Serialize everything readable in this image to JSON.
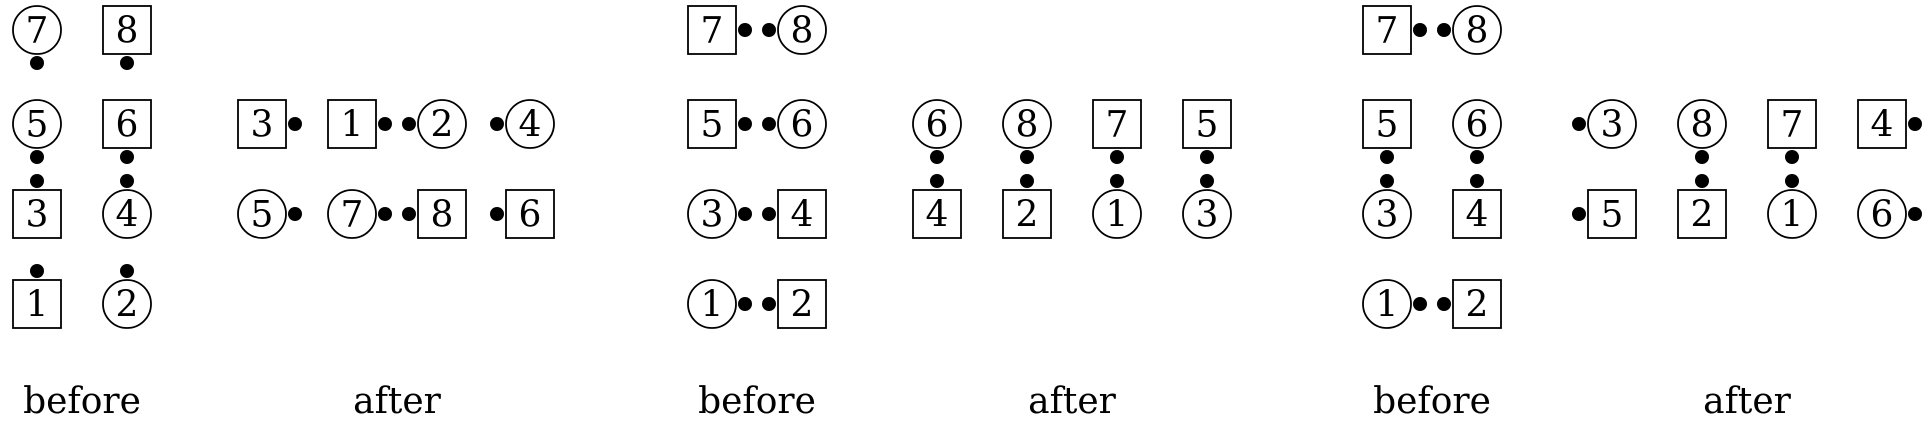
{
  "panels": [
    {
      "before": {
        "caption": "before",
        "nodes": [
          {
            "label": "7",
            "shape": "circle",
            "ports": [
              "bottom"
            ]
          },
          {
            "label": "8",
            "shape": "square",
            "ports": [
              "bottom"
            ]
          },
          {
            "label": "5",
            "shape": "circle",
            "ports": [
              "bottom"
            ]
          },
          {
            "label": "6",
            "shape": "square",
            "ports": [
              "bottom"
            ]
          },
          {
            "label": "3",
            "shape": "square",
            "ports": [
              "top"
            ]
          },
          {
            "label": "4",
            "shape": "circle",
            "ports": [
              "top"
            ]
          },
          {
            "label": "1",
            "shape": "square",
            "ports": [
              "top"
            ]
          },
          {
            "label": "2",
            "shape": "circle",
            "ports": [
              "top"
            ]
          }
        ]
      },
      "after": {
        "caption": "after",
        "nodes": [
          {
            "label": "3",
            "shape": "square",
            "ports": [
              "right"
            ]
          },
          {
            "label": "1",
            "shape": "square",
            "ports": [
              "right"
            ]
          },
          {
            "label": "2",
            "shape": "circle",
            "ports": [
              "left"
            ]
          },
          {
            "label": "4",
            "shape": "circle",
            "ports": [
              "left"
            ]
          },
          {
            "label": "5",
            "shape": "circle",
            "ports": [
              "right"
            ]
          },
          {
            "label": "7",
            "shape": "circle",
            "ports": [
              "right"
            ]
          },
          {
            "label": "8",
            "shape": "square",
            "ports": [
              "left"
            ]
          },
          {
            "label": "6",
            "shape": "square",
            "ports": [
              "left"
            ]
          }
        ]
      }
    },
    {
      "before": {
        "caption": "before",
        "nodes": [
          {
            "label": "7",
            "shape": "square",
            "ports": [
              "right"
            ]
          },
          {
            "label": "8",
            "shape": "circle",
            "ports": [
              "left"
            ]
          },
          {
            "label": "5",
            "shape": "square",
            "ports": [
              "right"
            ]
          },
          {
            "label": "6",
            "shape": "circle",
            "ports": [
              "left"
            ]
          },
          {
            "label": "3",
            "shape": "circle",
            "ports": [
              "right"
            ]
          },
          {
            "label": "4",
            "shape": "square",
            "ports": [
              "left"
            ]
          },
          {
            "label": "1",
            "shape": "circle",
            "ports": [
              "right"
            ]
          },
          {
            "label": "2",
            "shape": "square",
            "ports": [
              "left"
            ]
          }
        ]
      },
      "after": {
        "caption": "after",
        "nodes": [
          {
            "label": "6",
            "shape": "circle",
            "ports": [
              "bottom"
            ]
          },
          {
            "label": "8",
            "shape": "circle",
            "ports": [
              "bottom"
            ]
          },
          {
            "label": "7",
            "shape": "square",
            "ports": [
              "bottom"
            ]
          },
          {
            "label": "5",
            "shape": "square",
            "ports": [
              "bottom"
            ]
          },
          {
            "label": "4",
            "shape": "square",
            "ports": [
              "top"
            ]
          },
          {
            "label": "2",
            "shape": "square",
            "ports": [
              "top"
            ]
          },
          {
            "label": "1",
            "shape": "circle",
            "ports": [
              "top"
            ]
          },
          {
            "label": "3",
            "shape": "circle",
            "ports": [
              "top"
            ]
          }
        ]
      }
    },
    {
      "before": {
        "caption": "before",
        "nodes": [
          {
            "label": "7",
            "shape": "square",
            "ports": [
              "right"
            ]
          },
          {
            "label": "8",
            "shape": "circle",
            "ports": [
              "left"
            ]
          },
          {
            "label": "5",
            "shape": "square",
            "ports": [
              "bottom"
            ]
          },
          {
            "label": "6",
            "shape": "circle",
            "ports": [
              "bottom"
            ]
          },
          {
            "label": "3",
            "shape": "circle",
            "ports": [
              "top"
            ]
          },
          {
            "label": "4",
            "shape": "square",
            "ports": [
              "top"
            ]
          },
          {
            "label": "1",
            "shape": "circle",
            "ports": [
              "right"
            ]
          },
          {
            "label": "2",
            "shape": "square",
            "ports": [
              "left"
            ]
          }
        ]
      },
      "after": {
        "caption": "after",
        "nodes": [
          {
            "label": "3",
            "shape": "circle",
            "ports": [
              "left"
            ]
          },
          {
            "label": "8",
            "shape": "circle",
            "ports": [
              "bottom"
            ]
          },
          {
            "label": "7",
            "shape": "square",
            "ports": [
              "bottom"
            ]
          },
          {
            "label": "4",
            "shape": "square",
            "ports": [
              "right"
            ]
          },
          {
            "label": "5",
            "shape": "square",
            "ports": [
              "left"
            ]
          },
          {
            "label": "2",
            "shape": "square",
            "ports": [
              "top"
            ]
          },
          {
            "label": "1",
            "shape": "circle",
            "ports": [
              "top"
            ]
          },
          {
            "label": "6",
            "shape": "circle",
            "ports": [
              "right"
            ]
          }
        ]
      }
    }
  ]
}
